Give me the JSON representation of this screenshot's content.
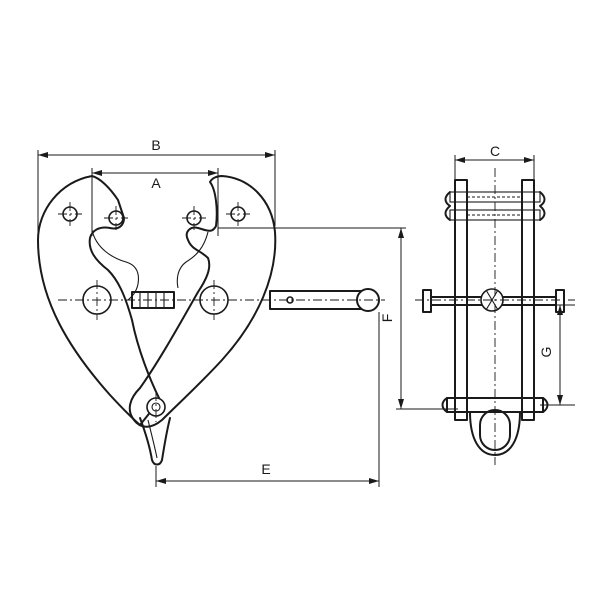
{
  "labels": {
    "A": "A",
    "B": "B",
    "C": "C",
    "E": "E",
    "F": "F",
    "G": "G"
  }
}
